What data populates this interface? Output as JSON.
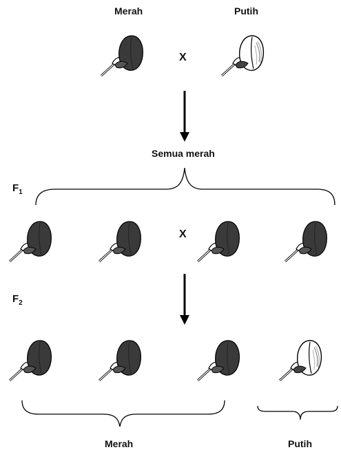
{
  "parents": {
    "left_label": "Merah",
    "right_label": "Putih"
  },
  "cross_symbol": "X",
  "f1": {
    "label": "F",
    "subscript": "1",
    "result_label": "Semua merah"
  },
  "f2": {
    "label": "F",
    "subscript": "2"
  },
  "f2_groups": {
    "red_label": "Merah",
    "white_label": "Putih"
  },
  "colors": {
    "red_petal": "#3a3a3a",
    "white_petal": "#ffffff",
    "outline": "#000000"
  }
}
